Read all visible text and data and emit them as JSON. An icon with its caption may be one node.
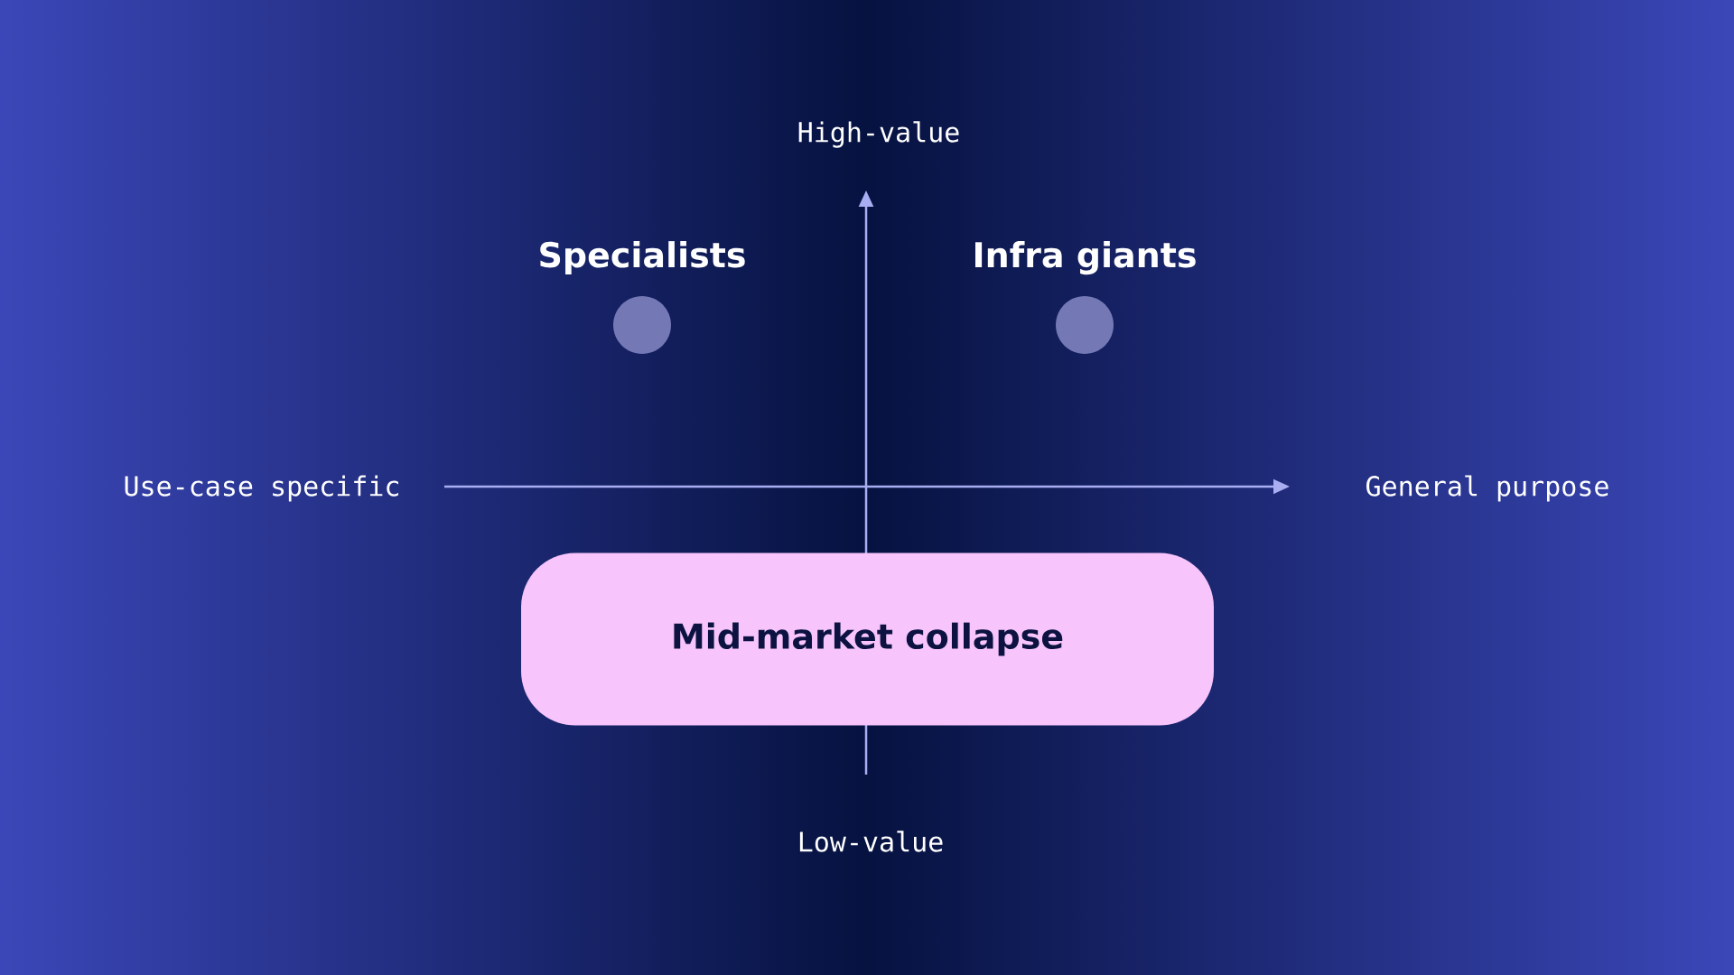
{
  "diagram": {
    "nodes": [
      {
        "text": [
          "Specialists"
        ]
      },
      {
        "text": [
          "Infra giants"
        ]
      },
      {
        "text": [
          "Mid-market collapse"
        ]
      }
    ],
    "labels": [
      "High-value",
      "Use-case specific",
      "General purpose",
      "Low-value"
    ]
  }
}
